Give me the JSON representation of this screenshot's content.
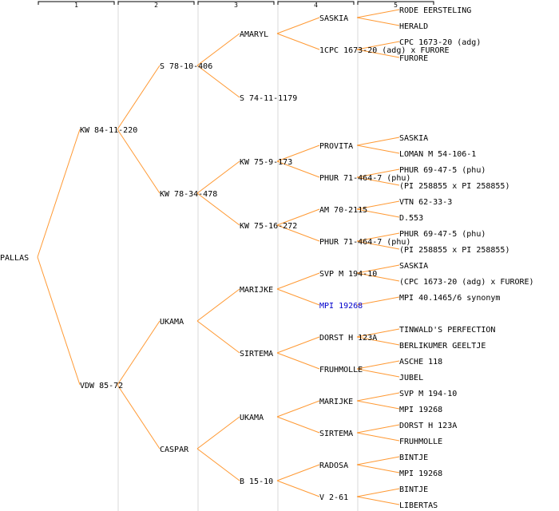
{
  "generation_labels": [
    "1",
    "2",
    "3",
    "4",
    "5"
  ],
  "colors": {
    "line": "#ff9933",
    "text": "#000000",
    "highlight": "#0000cc",
    "guide": "#000000",
    "separator": "#d8d8d8"
  },
  "pedigree": {
    "name": "PALLAS",
    "parents": [
      {
        "name": "KW 84-11-220",
        "parents": [
          {
            "name": "S 78-10-406",
            "parents": [
              {
                "name": "AMARYL",
                "parents": [
                  {
                    "name": "SASKIA",
                    "parents": [
                      {
                        "name": "RODE EERSTELING"
                      },
                      {
                        "name": "HERALD"
                      }
                    ]
                  },
                  {
                    "name": "1CPC 1673-20 (adg) x FURORE",
                    "parents": [
                      {
                        "name": "CPC 1673-20 (adg)"
                      },
                      {
                        "name": "FURORE"
                      }
                    ]
                  }
                ]
              },
              {
                "name": "S 74-11-1179"
              }
            ]
          },
          {
            "name": "KW 78-34-478",
            "parents": [
              {
                "name": "KW 75-9-173",
                "parents": [
                  {
                    "name": "PROVITA",
                    "parents": [
                      {
                        "name": "SASKIA"
                      },
                      {
                        "name": "LOMAN M 54-106-1"
                      }
                    ]
                  },
                  {
                    "name": "PHUR 71-464-7 (phu)",
                    "parents": [
                      {
                        "name": "PHUR 69-47-5 (phu)"
                      },
                      {
                        "name": "(PI 258855 x PI 258855)"
                      }
                    ]
                  }
                ]
              },
              {
                "name": "KW 75-16-272",
                "parents": [
                  {
                    "name": "AM 70-2115",
                    "parents": [
                      {
                        "name": "VTN 62-33-3"
                      },
                      {
                        "name": "D.553"
                      }
                    ]
                  },
                  {
                    "name": "PHUR 71-464-7 (phu)",
                    "parents": [
                      {
                        "name": "PHUR 69-47-5 (phu)"
                      },
                      {
                        "name": "(PI 258855 x PI 258855)"
                      }
                    ]
                  }
                ]
              }
            ]
          }
        ]
      },
      {
        "name": "VDW 85-72",
        "parents": [
          {
            "name": "UKAMA",
            "parents": [
              {
                "name": "MARIJKE",
                "parents": [
                  {
                    "name": "SVP M 194-10",
                    "parents": [
                      {
                        "name": "SASKIA"
                      },
                      {
                        "name": "(CPC 1673-20 (adg) x FURORE)"
                      }
                    ]
                  },
                  {
                    "name": "MPI 19268",
                    "highlight": true,
                    "parents": [
                      {
                        "name": "MPI 40.1465/6 synonym"
                      }
                    ]
                  }
                ]
              },
              {
                "name": "SIRTEMA",
                "parents": [
                  {
                    "name": "DORST H 123A",
                    "parents": [
                      {
                        "name": "TINWALD'S PERFECTION"
                      },
                      {
                        "name": "BERLIKUMER GEELTJE"
                      }
                    ]
                  },
                  {
                    "name": "FRUHMOLLE",
                    "parents": [
                      {
                        "name": "ASCHE 118"
                      },
                      {
                        "name": "JUBEL"
                      }
                    ]
                  }
                ]
              }
            ]
          },
          {
            "name": "CASPAR",
            "parents": [
              {
                "name": "UKAMA",
                "parents": [
                  {
                    "name": "MARIJKE",
                    "parents": [
                      {
                        "name": "SVP M 194-10"
                      },
                      {
                        "name": "MPI 19268"
                      }
                    ]
                  },
                  {
                    "name": "SIRTEMA",
                    "parents": [
                      {
                        "name": "DORST H 123A"
                      },
                      {
                        "name": "FRUHMOLLE"
                      }
                    ]
                  }
                ]
              },
              {
                "name": "B 15-10",
                "parents": [
                  {
                    "name": "RADOSA",
                    "parents": [
                      {
                        "name": "BINTJE"
                      },
                      {
                        "name": "MPI 19268"
                      }
                    ]
                  },
                  {
                    "name": "V 2-61",
                    "parents": [
                      {
                        "name": "BINTJE"
                      },
                      {
                        "name": "LIBERTAS"
                      }
                    ]
                  }
                ]
              }
            ]
          }
        ]
      }
    ]
  }
}
